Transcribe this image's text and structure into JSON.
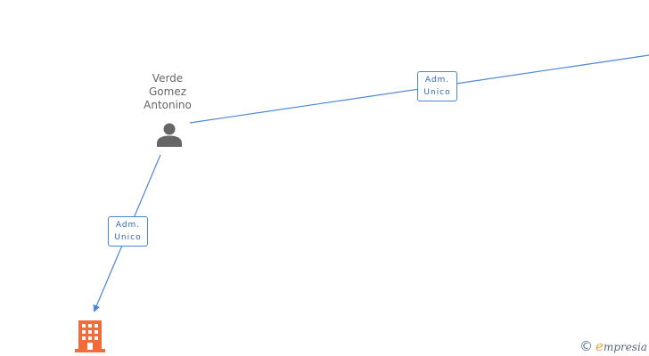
{
  "nodes": {
    "person": {
      "name_lines": [
        "Verde",
        "Gomez",
        "Antonino"
      ],
      "icon": "person-icon",
      "color": "#666666"
    },
    "company": {
      "icon": "building-icon",
      "color": "#f26b3a"
    }
  },
  "edges": [
    {
      "label_lines": [
        "Adm.",
        "Unico"
      ],
      "relation": "offscreen-to-person"
    },
    {
      "label_lines": [
        "Adm.",
        "Unico"
      ],
      "relation": "person-to-company"
    }
  ],
  "colors": {
    "edge": "#4a86d8",
    "label_text": "#2a66b8"
  },
  "watermark": {
    "symbol": "©",
    "brand_first": "e",
    "brand_rest": "mpresia"
  }
}
